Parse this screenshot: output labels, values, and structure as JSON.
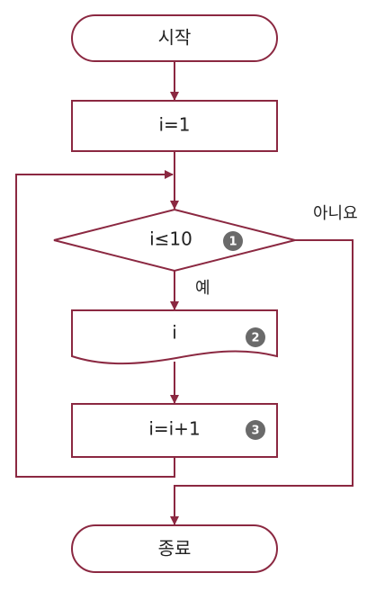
{
  "colors": {
    "stroke": "#8b2841",
    "text": "#222222",
    "badge": "#6a6a6a",
    "background": "#ffffff"
  },
  "flowchart": {
    "start": "시작",
    "init": "i=1",
    "condition": "i≤10",
    "output": "i",
    "increment": "i=i+1",
    "end": "종료",
    "yes_label": "예",
    "no_label": "아니요",
    "badges": [
      "1",
      "2",
      "3"
    ]
  }
}
